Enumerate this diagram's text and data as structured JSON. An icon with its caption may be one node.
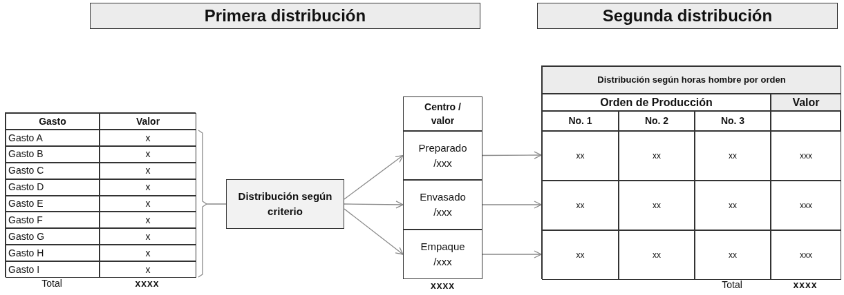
{
  "diagram": {
    "nodes": [
      {
        "text": [
          "Primera distribución"
        ]
      },
      {
        "text": [
          "Segunda distribución"
        ]
      },
      {
        "text": [
          "Gasto",
          "Valor",
          "Gasto A",
          "x",
          "Gasto B",
          "x",
          "Gasto C",
          "x",
          "Gasto D",
          "x",
          "Gasto E",
          "x",
          "Gasto F",
          "x",
          "Gasto G",
          "x",
          "Gasto H",
          "x",
          "Gasto I",
          "x"
        ]
      },
      {
        "text": [
          "Distribución según criterio"
        ]
      },
      {
        "text": [
          "Centro / valor"
        ]
      },
      {
        "text": [
          "Preparado /xxx"
        ]
      },
      {
        "text": [
          "Envasado /xxx"
        ]
      },
      {
        "text": [
          "Empaque /xxx"
        ]
      },
      {
        "text": [
          "Distribución según horas hombre por orden",
          "Orden de Producción",
          "Valor",
          "No. 1",
          "No. 2",
          "No. 3"
        ]
      },
      {
        "text": [
          "xx",
          "xx",
          "xx",
          "xxx"
        ],
        "in": 8
      },
      {
        "text": [
          "xx",
          "xx",
          "xx",
          "xxx"
        ],
        "in": 8
      },
      {
        "text": [
          "xx",
          "xx",
          "xx",
          "xxx"
        ],
        "in": 8
      }
    ],
    "edges": [
      {
        "from": 2,
        "to": 3,
        "arrow": "none"
      },
      {
        "from": 3,
        "to": 5,
        "arrow": "to"
      },
      {
        "from": 3,
        "to": 6,
        "arrow": "to"
      },
      {
        "from": 3,
        "to": 7,
        "arrow": "to"
      },
      {
        "from": 5,
        "to": 9,
        "arrow": "to"
      },
      {
        "from": 6,
        "to": 10,
        "arrow": "to"
      },
      {
        "from": 7,
        "to": 11,
        "arrow": "to"
      }
    ],
    "labels": [
      "Total",
      "xxxx",
      "xxxx",
      "Total",
      "xxxx"
    ]
  }
}
